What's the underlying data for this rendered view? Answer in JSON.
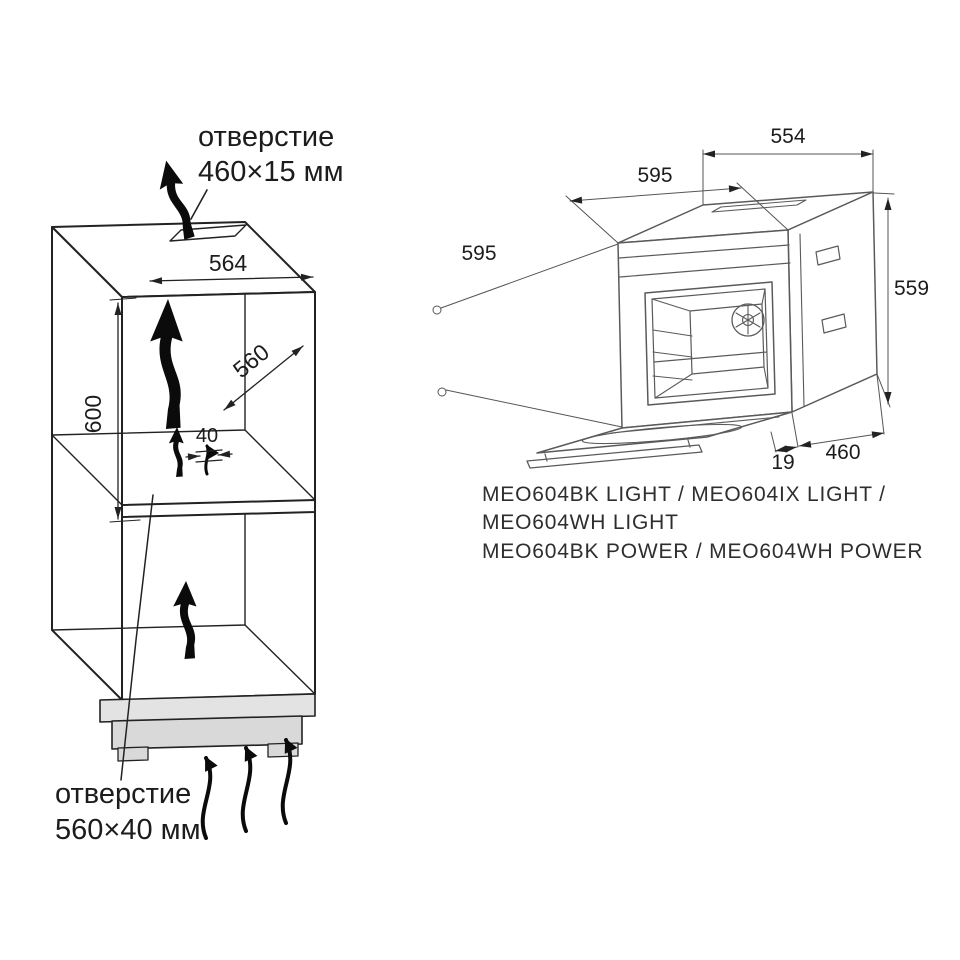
{
  "cabinet": {
    "top_vent": {
      "line1": "отверстие",
      "line2": "460×15 мм"
    },
    "bottom_vent": {
      "line1": "отверстие",
      "line2": "560×40 мм"
    },
    "dims": {
      "niche_width": "564",
      "niche_depth": "560",
      "niche_height": "600",
      "rear_gap": "40"
    }
  },
  "oven": {
    "dims": {
      "top_width": "554",
      "front_width": "595",
      "front_height": "595",
      "side_height": "559",
      "bottom_offset": "19",
      "bottom_depth": "460"
    },
    "models": {
      "line1": "MEO604BK LIGHT / MEO604IX LIGHT /",
      "line2": "MEO604WH LIGHT",
      "line3": "MEO604BK POWER / MEO604WH POWER"
    }
  },
  "colors": {
    "cabinet_line": "#222222",
    "oven_line": "#5a5a5a",
    "arrow_black": "#0b0b0b",
    "base_fill": "#dcdcdc",
    "text": "#1c1c1c"
  }
}
